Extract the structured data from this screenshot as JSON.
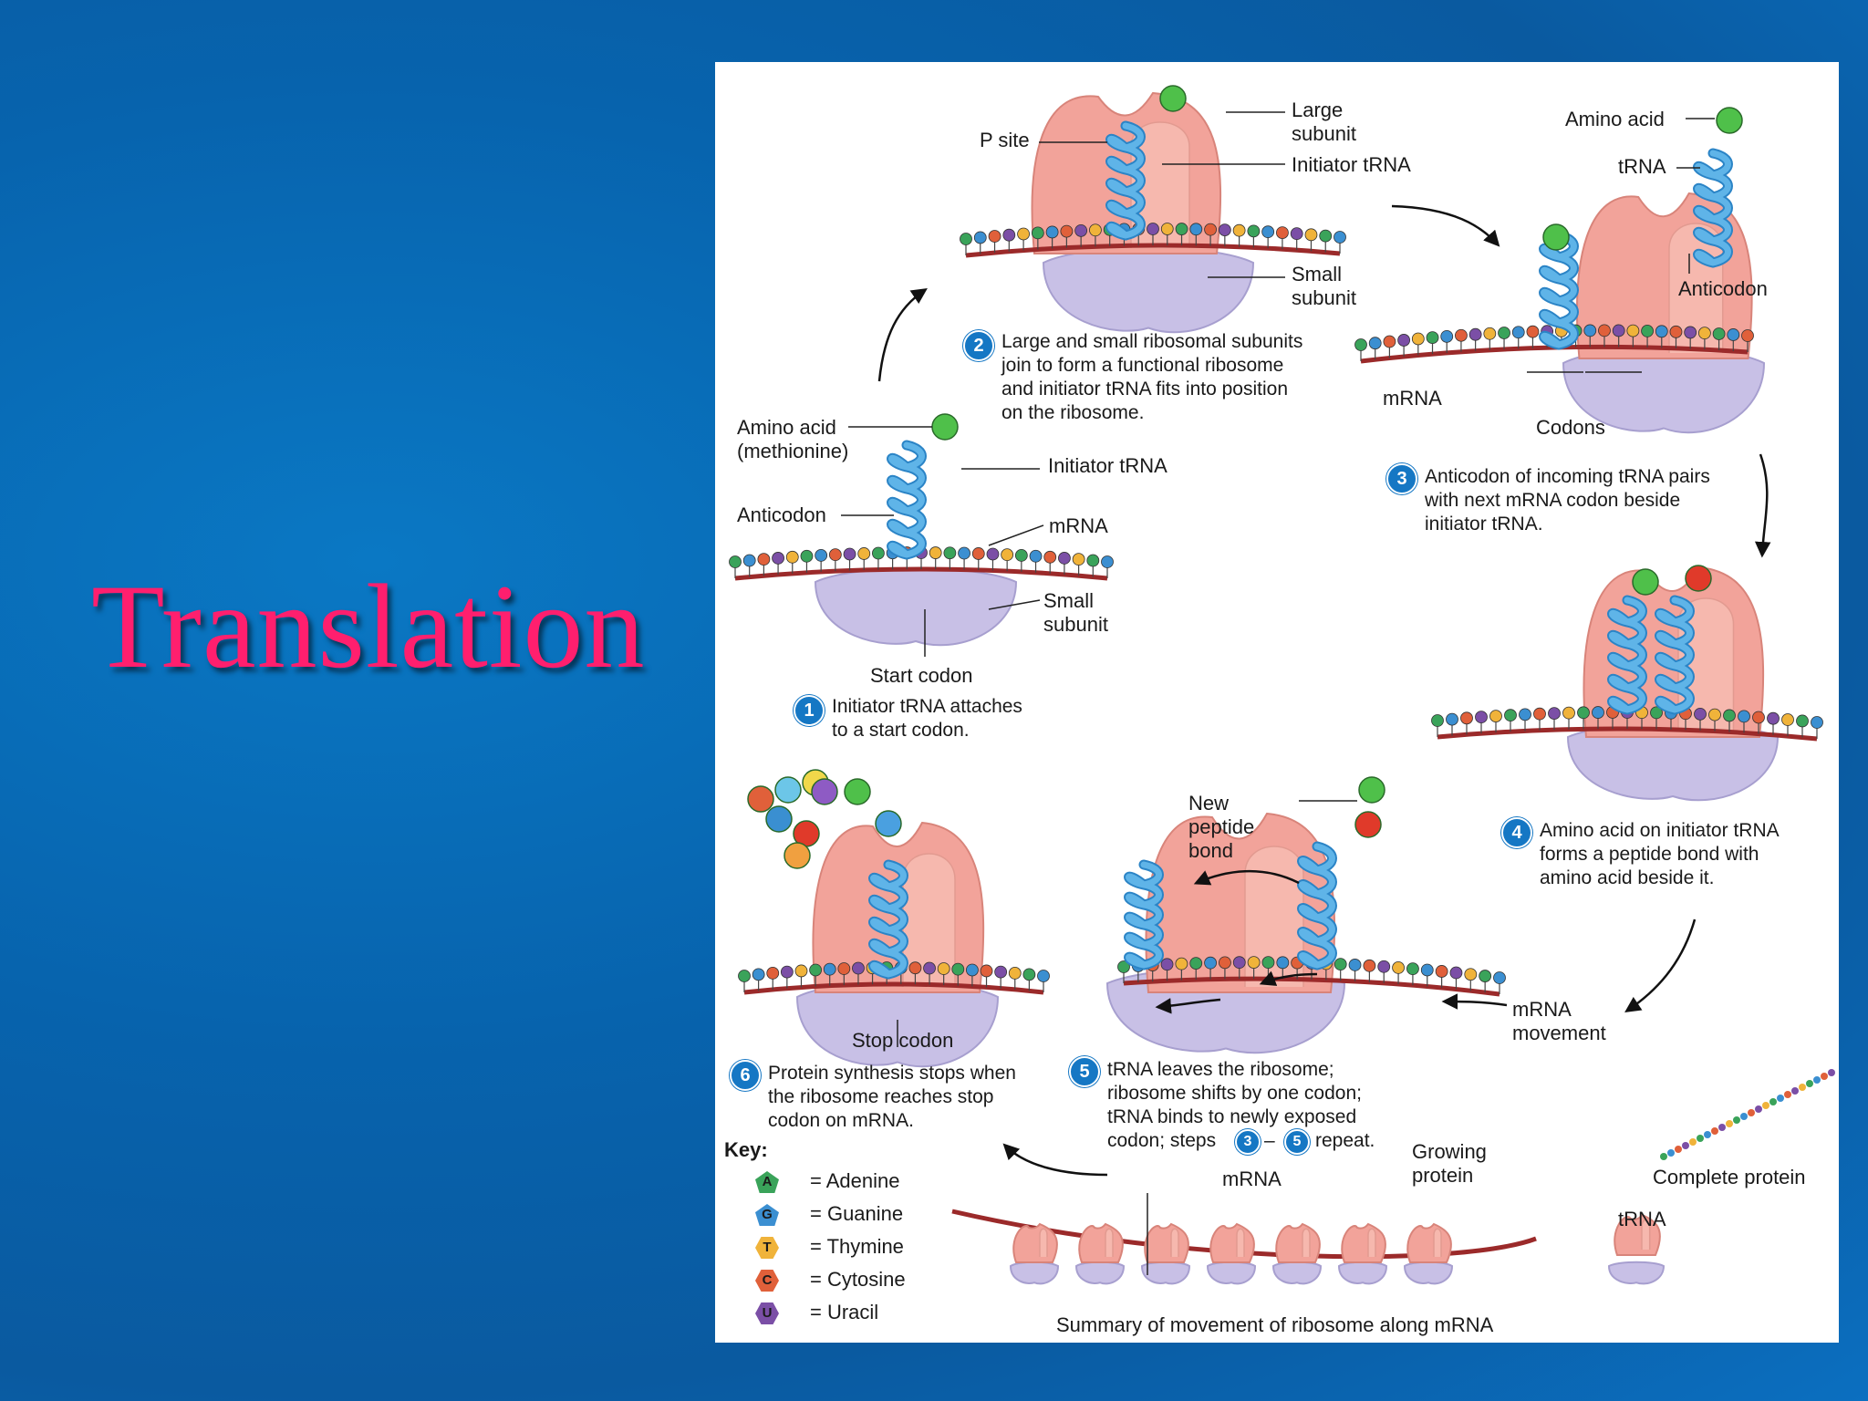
{
  "slide": {
    "title": "Translation"
  },
  "labels": {
    "p_site": "P site",
    "large_subunit": "Large\nsubunit",
    "initiator_trna_top": "Initiator tRNA",
    "small_subunit_top": "Small\nsubunit",
    "amino_acid_tr": "Amino acid",
    "trna_tr": "tRNA",
    "anticodon_tr": "Anticodon",
    "mrna_mid": "mRNA",
    "codons": "Codons",
    "amino_acid_met": "Amino acid\n(methionine)",
    "initiator_trna_left": "Initiator tRNA",
    "anticodon_left": "Anticodon",
    "mrna_left": "mRNA",
    "small_subunit_left": "Small\nsubunit",
    "start_codon": "Start codon",
    "new_peptide_bond": "New\npeptide\nbond",
    "mrna_movement": "mRNA\nmovement",
    "stop_codon": "Stop codon",
    "mrna_bottom": "mRNA",
    "growing_protein": "Growing\nprotein",
    "complete_protein": "Complete protein",
    "trna_bottom": "tRNA",
    "summary": "Summary of movement of ribosome along mRNA"
  },
  "steps": [
    {
      "num": "1",
      "text": "Initiator tRNA attaches\nto a start codon."
    },
    {
      "num": "2",
      "text": "Large and small ribosomal subunits\njoin to form a functional ribosome\nand initiator tRNA fits into position\non the ribosome."
    },
    {
      "num": "3",
      "text": "Anticodon of incoming tRNA pairs\nwith next mRNA codon beside\ninitiator tRNA."
    },
    {
      "num": "4",
      "text": "Amino acid on initiator tRNA\nforms a peptide bond with\namino acid beside it."
    },
    {
      "num": "5",
      "text_a": "tRNA leaves the ribosome;\nribosome shifts by one codon;\ntRNA binds to newly exposed\ncodon; steps",
      "ref_a": "3",
      "dash": "–",
      "ref_b": "5",
      "text_b": "repeat."
    },
    {
      "num": "6",
      "text": "Protein synthesis stops when\nthe ribosome reaches stop\ncodon on mRNA."
    }
  ],
  "key": {
    "title": "Key:",
    "items": [
      {
        "sym": "A",
        "label": "= Adenine",
        "color": "#3aa35a",
        "shape": "pentagon"
      },
      {
        "sym": "G",
        "label": "= Guanine",
        "color": "#3b8fd1",
        "shape": "pentagon"
      },
      {
        "sym": "T",
        "label": "= Thymine",
        "color": "#f0b33a",
        "shape": "hexagon"
      },
      {
        "sym": "C",
        "label": "= Cytosine",
        "color": "#e0603a",
        "shape": "hexagon"
      },
      {
        "sym": "U",
        "label": "= Uracil",
        "color": "#7b4fa6",
        "shape": "hexagon"
      }
    ]
  },
  "colors": {
    "title": "#ff1f6e",
    "large_subunit": "#f2a39a",
    "small_subunit": "#c8c0e6",
    "mrna": "#9b2a2a",
    "trna": "#5fb4e8",
    "amino_green": "#4fc04a",
    "amino_red": "#e03a2a",
    "badge": "#1577c4"
  }
}
